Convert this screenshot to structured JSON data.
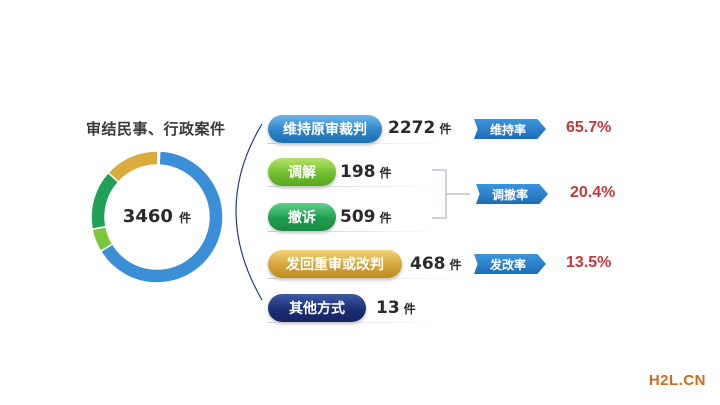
{
  "chart_data": {
    "type": "pie",
    "title": "审结民事、行政案件",
    "center_value": "3460",
    "center_unit": "件",
    "categories": [
      {
        "label": "维持原审裁判",
        "value": "2272",
        "unit": "件",
        "color": "#3b8fd6"
      },
      {
        "label": "调解",
        "value": "198",
        "unit": "件",
        "color": "#7cc63a"
      },
      {
        "label": "撤诉",
        "value": "509",
        "unit": "件",
        "color": "#21a05a"
      },
      {
        "label": "发回重审或改判",
        "value": "468",
        "unit": "件",
        "color": "#d9ab3c"
      },
      {
        "label": "其他方式",
        "value": "13",
        "unit": "件",
        "color": "#1c2f74"
      }
    ],
    "rates": [
      {
        "label": "维持率",
        "value": "65.7%"
      },
      {
        "label": "调撤率",
        "value": "20.4%"
      },
      {
        "label": "发改率",
        "value": "13.5%"
      }
    ]
  },
  "watermark": "H2L.CN"
}
